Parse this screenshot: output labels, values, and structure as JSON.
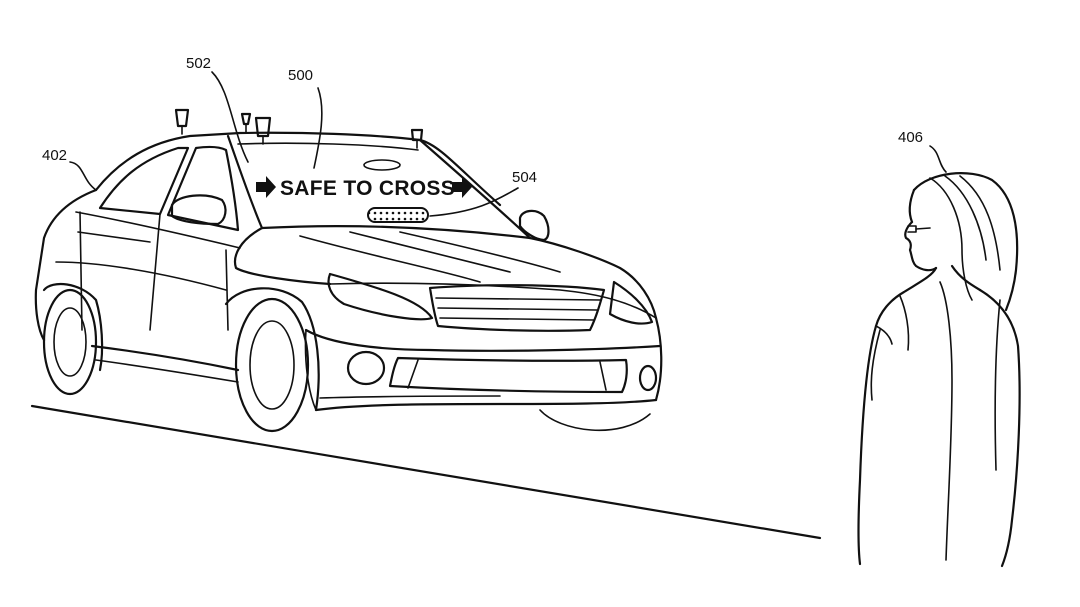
{
  "figure": {
    "windshield_message": "SAFE TO CROSS",
    "reference_labels": {
      "car": "402",
      "display": "500",
      "sensor_rack": "502",
      "indicator_light": "504",
      "pedestrian": "406"
    }
  },
  "colors": {
    "line": "#111111",
    "background": "#ffffff"
  },
  "icons": {
    "left_arrow": "arrow-right-icon",
    "right_arrow": "arrow-right-icon"
  }
}
